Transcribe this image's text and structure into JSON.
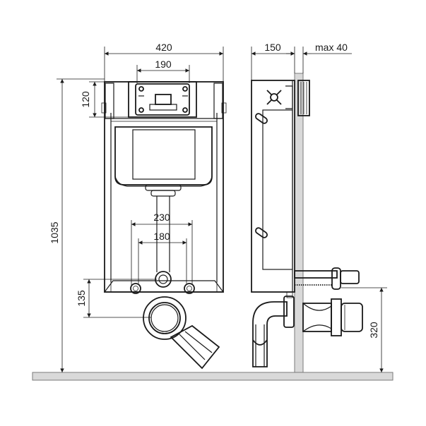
{
  "dimensions": {
    "frame_width": "420",
    "top_plate_width": "190",
    "side_depth": "150",
    "max_depth": "max 40",
    "top_height": "120",
    "total_height": "1035",
    "outlet_width_outer": "230",
    "outlet_width_inner": "180",
    "outlet_height": "135",
    "side_outlet_height": "320"
  },
  "colors": {
    "line": "#1a1a1a",
    "wall_fill": "#d9d9d9",
    "wall_stroke": "#7a7a7a",
    "panel_fill": "#ffffff"
  }
}
